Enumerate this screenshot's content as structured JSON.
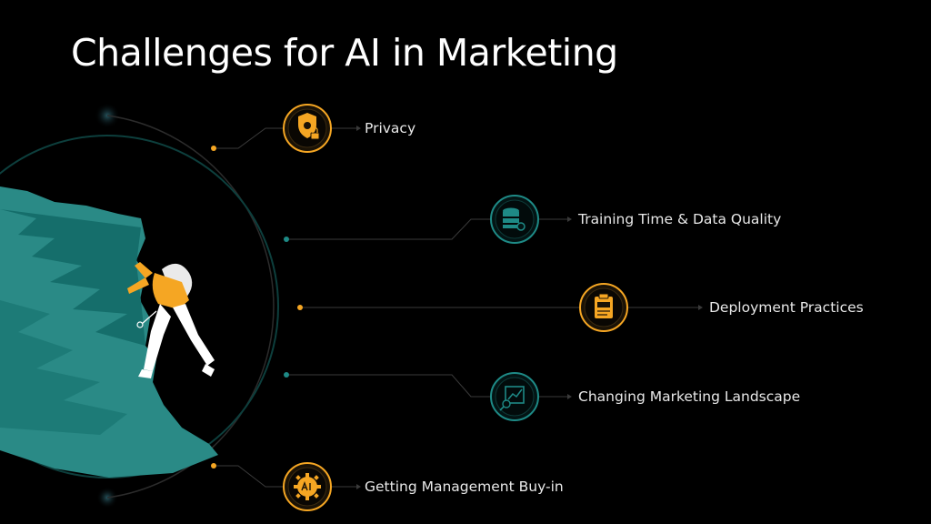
{
  "slide": {
    "title": "Challenges for AI in Marketing"
  },
  "colors": {
    "background": "#000000",
    "accent_orange": "#F5A623",
    "accent_teal": "#1E8A86",
    "rock": "#2A8A86",
    "rock_shadow": "#156E6B",
    "circle": "#0E5450",
    "line": "#3a3a3a"
  },
  "items": [
    {
      "label": "Privacy",
      "icon": "shield-gear-lock-icon",
      "accent": "orange"
    },
    {
      "label": "Training Time & Data Quality",
      "icon": "database-gear-icon",
      "accent": "teal"
    },
    {
      "label": "Deployment Practices",
      "icon": "clipboard-code-icon",
      "accent": "orange"
    },
    {
      "label": "Changing Marketing Landscape",
      "icon": "chart-magnifier-icon",
      "accent": "teal"
    },
    {
      "label": "Getting Management Buy-in",
      "icon": "gear-ai-icon",
      "accent": "orange"
    }
  ]
}
